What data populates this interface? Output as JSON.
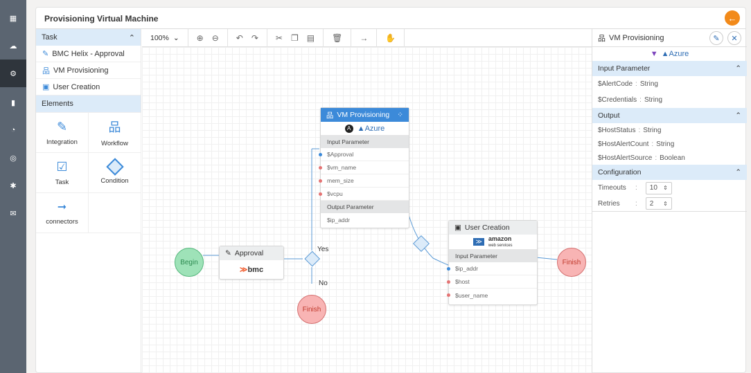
{
  "window": {
    "title": "Provisioning Virtual Machine"
  },
  "rail": {
    "items": [
      {
        "icon": "dashboard-icon",
        "glyph": "▦"
      },
      {
        "icon": "cloud-icon",
        "glyph": "☁"
      },
      {
        "icon": "hand-gear-icon",
        "glyph": "⚙"
      },
      {
        "icon": "chart-user-icon",
        "glyph": "▮"
      },
      {
        "icon": "pie-chart-icon",
        "glyph": "◔"
      },
      {
        "icon": "lifebuoy-icon",
        "glyph": "◎"
      },
      {
        "icon": "settings-icon",
        "glyph": "✱"
      },
      {
        "icon": "mail-icon",
        "glyph": "✉"
      }
    ]
  },
  "left": {
    "task_header": "Task",
    "tasks": [
      {
        "label": "BMC Helix - Approval",
        "icon": "wrench-icon",
        "glyph": "🔧"
      },
      {
        "label": "VM Provisioning",
        "icon": "workflow-icon",
        "glyph": "品"
      },
      {
        "label": "User Creation",
        "icon": "clipboard-icon",
        "glyph": "▣"
      }
    ],
    "elements_header": "Elements",
    "elements": [
      {
        "label": "Integration",
        "glyph": "🔧"
      },
      {
        "label": "Workflow",
        "glyph": "品"
      },
      {
        "label": "Task",
        "glyph": "☑"
      },
      {
        "label": "Condition",
        "glyph": "◇"
      },
      {
        "label": "connectors",
        "glyph": "➞"
      }
    ]
  },
  "toolbar": {
    "zoom": "100%",
    "chevron": "⌄",
    "zoom_in": "⊕",
    "zoom_out": "⊖",
    "undo": "↶",
    "redo": "↷",
    "cut": "✂",
    "copy": "❐",
    "paste": "▤",
    "delete": "🗑",
    "connector": "→",
    "pan": "✋"
  },
  "canvas": {
    "begin": "Begin",
    "approval": {
      "title": "Approval",
      "logo": "bmc"
    },
    "yes": "Yes",
    "no": "No",
    "finish1": "Finish",
    "finish2": "Finish",
    "vm": {
      "title": "VM Provisioning",
      "logo": "Azure",
      "input_header": "Input Parameter",
      "inputs": [
        "$Approval",
        "$vm_name",
        "mem_size",
        "$vcpu"
      ],
      "output_header": "Output Parameter",
      "outputs": [
        "$ip_addr"
      ]
    },
    "user": {
      "title": "User Creation",
      "logo": "amazon",
      "logo_sub": "web services",
      "input_header": "Input Parameter",
      "inputs": [
        "$ip_addr",
        "$host",
        "$user_name"
      ]
    }
  },
  "right": {
    "title": "VM Provisioning",
    "edit": "✎",
    "close": "✕",
    "logo": "Azure",
    "input_header": "Input Parameter",
    "inputs": [
      {
        "name": "$AlertCode",
        "type": "String"
      },
      {
        "name": "$Credentials",
        "type": "String"
      }
    ],
    "output_header": "Output",
    "outputs": [
      {
        "name": "$HostStatus",
        "type": "String"
      },
      {
        "name": "$HostAlertCount",
        "type": "String"
      },
      {
        "name": "$HostAlertSource",
        "type": "Boolean"
      }
    ],
    "config_header": "Configuration",
    "timeouts_label": "Timeouts",
    "timeouts_value": "10",
    "retries_label": "Retries",
    "retries_value": "2"
  },
  "colors": {
    "accent": "#3c8ad9",
    "back_button": "#f28a1a",
    "begin": "#9ee2b8",
    "finish": "#f8b4b4",
    "section": "#dcebf9"
  }
}
